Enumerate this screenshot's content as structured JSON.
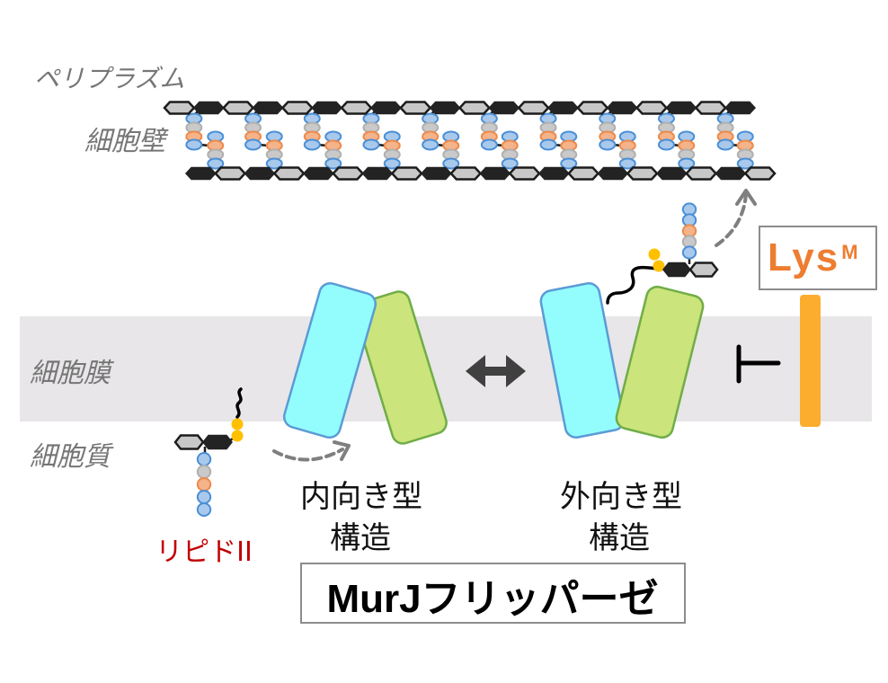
{
  "labels": {
    "periplasm": "ペリプラズム",
    "cell_wall": "細胞壁",
    "cell_membrane": "細胞膜",
    "cytoplasm": "細胞質"
  },
  "lipid_ii": {
    "label": "リピドII",
    "stem": [
      "blue",
      "gray",
      "orange",
      "blue",
      "blue"
    ]
  },
  "flipped_lipid_ii": {
    "stem": [
      "blue",
      "blue",
      "orange",
      "gray",
      "blue"
    ]
  },
  "murj": {
    "inward": {
      "line1": "内向き型",
      "line2": "構造"
    },
    "outward": {
      "line1": "外向き型",
      "line2": "構造"
    },
    "title": "MurJフリッパーゼ"
  },
  "inhibitor": {
    "name": "Lys",
    "superscript": "M"
  },
  "cell_wall": {
    "glycan_units_per_strand": 20,
    "peptide_crosslinks": 10,
    "top_stem": [
      "blue",
      "gray",
      "orange",
      "blue"
    ],
    "bottom_stem": [
      "blue",
      "orange",
      "gray",
      "blue"
    ]
  },
  "colors": {
    "membrane": "#e8e6e8",
    "cyan_helix": "#93fdfd",
    "cyan_border": "#5b9bd5",
    "green_helix": "#cbe47c",
    "green_border": "#70ad47",
    "lys_text": "#ed7d31",
    "lys_bar": "#fcad2e",
    "lipid_label": "#c00000",
    "region_label": "#767676",
    "dashed_arrow": "#7f7f7f",
    "double_arrow": "#404040",
    "glycan_dark": "#232323",
    "glycan_light": "#c8c8c8",
    "blue_fill": "#a9c9ec",
    "blue_stroke": "#4a8fd6",
    "gray_fill": "#c9c9c9",
    "gray_stroke": "#b0b0b0",
    "orange_fill": "#f5b38a",
    "orange_stroke": "#ec8a4c",
    "pyrophosphate": "#ffc000"
  }
}
